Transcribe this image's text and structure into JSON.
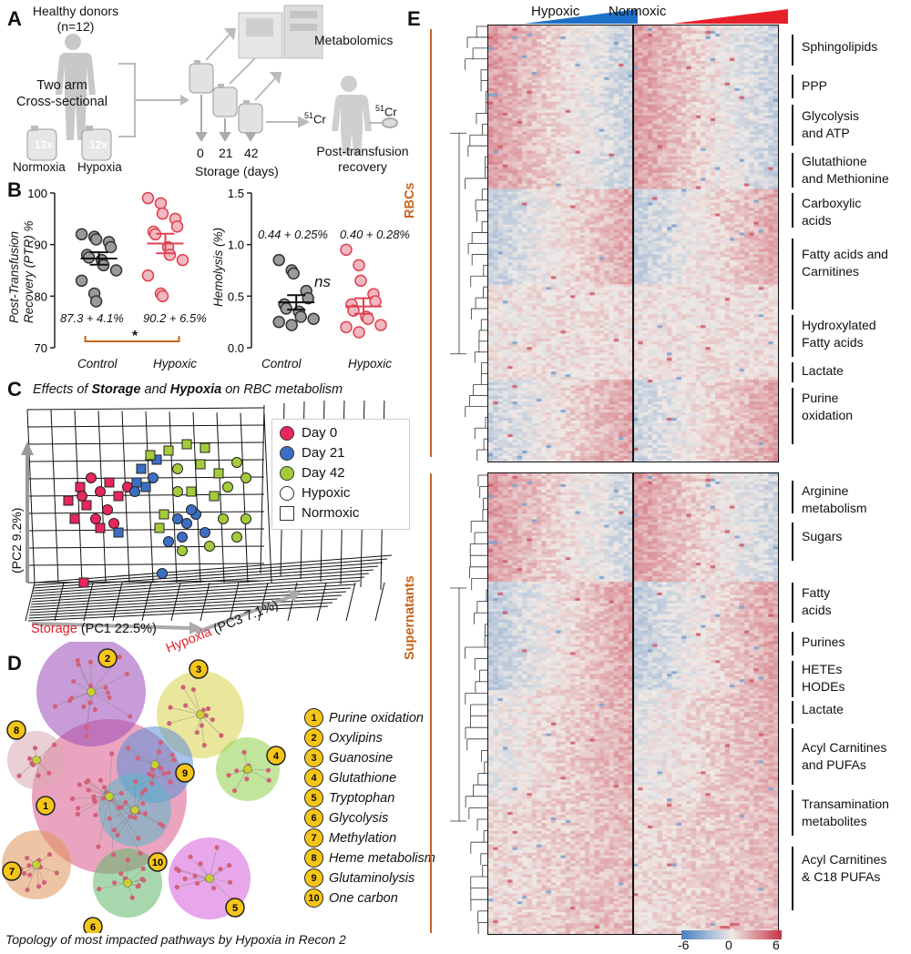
{
  "panel_letters": [
    "A",
    "B",
    "C",
    "D",
    "E"
  ],
  "panelA": {
    "donors": "Healthy donors",
    "n": "(n=12)",
    "design_line1": "Two arm",
    "design_line2": "Cross-sectional",
    "arm1": "Normoxia",
    "arm2": "Hypoxia",
    "bag_label": "12x",
    "metabolomics": "Metabolomics",
    "days": [
      "0",
      "21",
      "42"
    ],
    "storage": "Storage (days)",
    "cr_label": "51Cr",
    "cr_sup": "51",
    "cr_base": "Cr",
    "ptr_line1": "Post-transfusion",
    "ptr_line2": "recovery"
  },
  "chart_data": [
    {
      "type": "scatter",
      "title": "",
      "ylabel": "Post-Transfusion Recovery (PTR) %",
      "categories": [
        "Control",
        "Hypoxic"
      ],
      "ylim": [
        70,
        100
      ],
      "yticks": [
        "70",
        "80",
        "90",
        "100"
      ],
      "series": [
        {
          "name": "Control",
          "mean": 87.3,
          "sem_low": 86.1,
          "sem_high": 88.5,
          "values": [
            92,
            91.5,
            91,
            90.5,
            89.5,
            88,
            87.5,
            87,
            86,
            85,
            83,
            80.5,
            79
          ]
        },
        {
          "name": "Hypoxic",
          "mean": 90.2,
          "sem_low": 88.3,
          "sem_high": 92.1,
          "values": [
            99,
            98,
            96,
            95,
            93.5,
            92.5,
            92,
            89.5,
            88,
            87,
            84,
            80.5,
            80
          ]
        }
      ],
      "annotations": [
        "87.3 + 4.1%",
        "90.2 + 6.5%"
      ],
      "significance": "*"
    },
    {
      "type": "scatter",
      "title": "",
      "ylabel": "Hemolysis (%)",
      "categories": [
        "Control",
        "Hypoxic"
      ],
      "ylim": [
        0.0,
        1.5
      ],
      "yticks": [
        "0.0",
        "0.5",
        "1.0",
        "1.5"
      ],
      "series": [
        {
          "name": "Control",
          "mean": 0.44,
          "sem_low": 0.37,
          "sem_high": 0.51,
          "values": [
            0.85,
            0.75,
            0.72,
            0.55,
            0.48,
            0.42,
            0.38,
            0.35,
            0.3,
            0.28,
            0.25,
            0.22
          ]
        },
        {
          "name": "Hypoxic",
          "mean": 0.4,
          "sem_low": 0.33,
          "sem_high": 0.48,
          "values": [
            0.95,
            0.8,
            0.65,
            0.52,
            0.45,
            0.42,
            0.36,
            0.3,
            0.28,
            0.22,
            0.2,
            0.15
          ]
        }
      ],
      "annotations": [
        "0.44 + 0.25%",
        "0.40 + 0.28%"
      ],
      "significance": "ns"
    },
    {
      "type": "scatter",
      "title": "Effects of Storage and Hypoxia on RBC metabolism",
      "xlabel": "Storage (PC1 22.5%)",
      "ylabel": "(PC2 9.2%)",
      "zlabel": "Hypoxia (PC3 7.1%)",
      "legend": [
        "Day 0",
        "Day 21",
        "Day 42",
        "Hypoxic",
        "Normoxic"
      ],
      "legend_colors": {
        "Day 0": "#e8265e",
        "Day 21": "#3a6fc4",
        "Day 42": "#a4cc3a"
      }
    },
    {
      "type": "heatmap",
      "column_groups": [
        "Hypoxic",
        "Normoxic"
      ],
      "row_groups": [
        "RBCs",
        "Supernatants"
      ],
      "scale": [
        -6,
        0,
        6
      ],
      "scale_labels": [
        "-6",
        "0",
        "6"
      ]
    }
  ],
  "panelB": {
    "ptr_mean_control": "87.3 + 4.1%",
    "ptr_mean_hypoxic": "90.2 + 6.5%",
    "hem_mean_control": "0.44 + 0.25%",
    "hem_mean_hypoxic": "0.40 + 0.28%",
    "ns": "ns",
    "star": "*",
    "ylabel1_line1": "Post-Transfusion",
    "ylabel1_line2": "Recovery (PTR) %",
    "ylabel2": "Hemolysis (%)",
    "cat1": "Control",
    "cat2": "Hypoxic"
  },
  "panelC": {
    "title_pre": "Effects of",
    "title_b1": "Storage",
    "title_mid": "and",
    "title_b2": "Hypoxia",
    "title_post": "on RBC metabolism",
    "x_red": "Storage",
    "x_rest": "(PC1 22.5%)",
    "y_label": "(PC2  9.2%)",
    "z_red": "Hypoxia",
    "z_rest": "(PC3 7.1%)",
    "legend": [
      {
        "label": "Day 0",
        "color": "#e8265e",
        "shape": "circle"
      },
      {
        "label": "Day 21",
        "color": "#3a6fc4",
        "shape": "circle"
      },
      {
        "label": "Day 42",
        "color": "#a4cc3a",
        "shape": "circle"
      },
      {
        "label": "Hypoxic",
        "color": "#ffffff",
        "shape": "circle"
      },
      {
        "label": "Normoxic",
        "color": "#ffffff",
        "shape": "square"
      }
    ]
  },
  "panelD": {
    "caption": "Topology of most impacted pathways by Hypoxia in Recon 2",
    "pathways": [
      {
        "n": "1",
        "label": "Purine oxidation",
        "color": "#d85a8a"
      },
      {
        "n": "2",
        "label": "Oxylipins",
        "color": "#9a4ab8"
      },
      {
        "n": "3",
        "label": "Guanosine",
        "color": "#d8d24a"
      },
      {
        "n": "4",
        "label": "Glutathione",
        "color": "#8fd04a"
      },
      {
        "n": "5",
        "label": "Tryptophan",
        "color": "#d45fd8"
      },
      {
        "n": "6",
        "label": "Glycolysis",
        "color": "#5fb86a"
      },
      {
        "n": "7",
        "label": "Methylation",
        "color": "#e0955a"
      },
      {
        "n": "8",
        "label": "Heme metabolism",
        "color": "#d8a8b0"
      },
      {
        "n": "9",
        "label": "Glutaminolysis",
        "color": "#5a90d8"
      },
      {
        "n": "10",
        "label": "One carbon",
        "color": "#5ab8c8"
      }
    ]
  },
  "panelE": {
    "top_hypoxic": "Hypoxic",
    "top_normoxic": "Normoxic",
    "group_rbc": "RBCs",
    "group_sup": "Supernatants",
    "rbc_labels": [
      [
        "Sphingolipids"
      ],
      [
        "PPP"
      ],
      [
        "Glycolysis",
        "and ATP"
      ],
      [
        "Glutathione",
        "and Methionine"
      ],
      [
        "Carboxylic",
        "acids"
      ],
      [
        "Fatty acids and",
        "Carnitines"
      ],
      [
        "Hydroxylated",
        "Fatty acids"
      ],
      [
        "Lactate"
      ],
      [
        "Purine",
        "oxidation"
      ]
    ],
    "sup_labels": [
      [
        "Arginine",
        "metabolism"
      ],
      [
        "Sugars"
      ],
      [
        "Fatty",
        "acids"
      ],
      [
        "Purines"
      ],
      [
        "HETEs",
        "HODEs"
      ],
      [
        "Lactate"
      ],
      [
        "Acyl Carnitines",
        "and PUFAs"
      ],
      [
        "Transamination",
        "metabolites"
      ],
      [
        "Acyl Carnitines",
        "& C18 PUFAs"
      ]
    ],
    "scale_labels": [
      "-6",
      "0",
      "6"
    ],
    "accent": "#c8641e"
  }
}
